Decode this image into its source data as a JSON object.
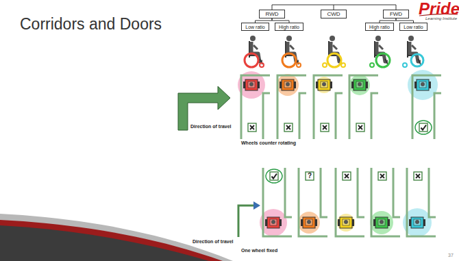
{
  "diagram": {
    "title": "Corridors and Doors",
    "nodes": [
      {
        "text": [
          "RWD"
        ]
      },
      {
        "text": [
          "CWD"
        ]
      },
      {
        "text": [
          "FWD"
        ]
      },
      {
        "text": [
          "Low ratio"
        ]
      },
      {
        "text": [
          "High ratio"
        ]
      },
      {
        "text": [
          "High ratio"
        ]
      },
      {
        "text": [
          "Low ratio"
        ]
      }
    ],
    "edges": [
      {
        "from": 0,
        "to": 3,
        "arrow": "none"
      },
      {
        "from": 0,
        "to": 4,
        "arrow": "none"
      },
      {
        "from": 2,
        "to": 5,
        "arrow": "none"
      },
      {
        "from": 2,
        "to": 6,
        "arrow": "none"
      }
    ],
    "labels": [
      "Pride",
      "Learning Institute",
      "Direction of travel",
      "Wheels counter rotating",
      "?",
      "Direction of travel",
      "One wheel fixed",
      "37"
    ]
  }
}
